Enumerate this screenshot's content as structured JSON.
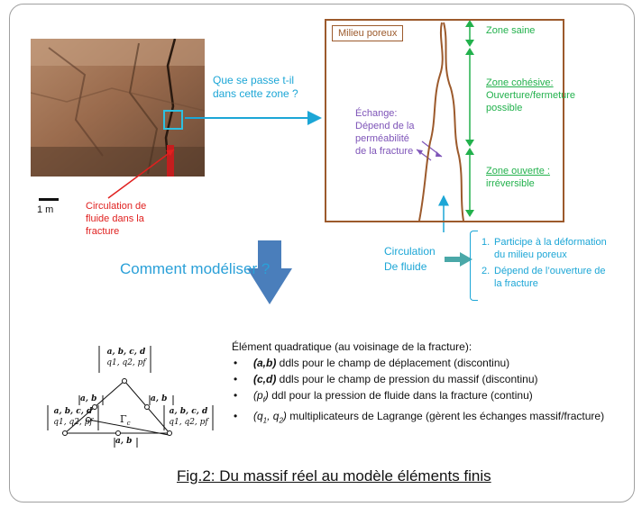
{
  "question": {
    "line1": "Que se passe t-il",
    "line2": "dans cette zone ?"
  },
  "scale": {
    "label": "1 m"
  },
  "red_label": {
    "line1": "Circulation de",
    "line2": "fluide dans la",
    "line3": "fracture"
  },
  "poreux": {
    "label": "Milieu poreux"
  },
  "zones": {
    "saine": "Zone saine",
    "cohesive_title": "Zone cohésive:",
    "cohesive_l1": "Ouverture/fermeture",
    "cohesive_l2": "possible",
    "ouverte_title": "Zone ouverte :",
    "ouverte_l1": "irréversible"
  },
  "echange": {
    "l1": "Échange:",
    "l2": "Dépend de la",
    "l3": "perméabilité",
    "l4": "de la fracture"
  },
  "circulation": {
    "l1": "Circulation",
    "l2": "De fluide"
  },
  "list": {
    "n1": "1.",
    "item1_l1": "Participe à la déformation",
    "item1_l2": "du milieu poreux",
    "n2": "2.",
    "item2_l1": "Dépend de l’ouverture de",
    "item2_l2": "la fracture"
  },
  "comment": "Comment modéliser ?",
  "element": {
    "heading": "Élément quadratique (au voisinage de la fracture):",
    "bullets": [
      {
        "key": "(a,b)",
        "text": " ddls pour le champ de déplacement (discontinu)"
      },
      {
        "key": "(c,d)",
        "text": " ddls pour le champ de pression du massif (discontinu)"
      },
      {
        "key": "(p",
        "sub": "f",
        "key2": ")",
        "text": " ddl pour la pression de fluide dans la fracture (continu)"
      },
      {
        "key": "(q",
        "sub": "1",
        "key2": ", q",
        "sub2": "2",
        "key3": ")",
        "text": " multiplicateurs de Lagrange (gèrent les échanges massif/fracture)"
      }
    ]
  },
  "triangle": {
    "top_l1": "a, b, c, d",
    "top_l2": "q1, q2, pf",
    "left_mid": "a, b",
    "right_mid": "a, b",
    "bottom_mid": "a, b",
    "gamma": "Γ",
    "gamma_sub": "c",
    "bl_l1": "a, b, c, d",
    "bl_l2": "q1, q2, pf",
    "br_l1": "a, b, c, d",
    "br_l2": "q1, q2, pf"
  },
  "caption": "Fig.2: Du massif réel au modèle éléments finis",
  "colors": {
    "cyan": "#1ca6d6",
    "green": "#22b14c",
    "purple": "#7e54b8",
    "red": "#e0201f",
    "brown": "#9c5a2c",
    "arrow": "#4a7ebb"
  }
}
